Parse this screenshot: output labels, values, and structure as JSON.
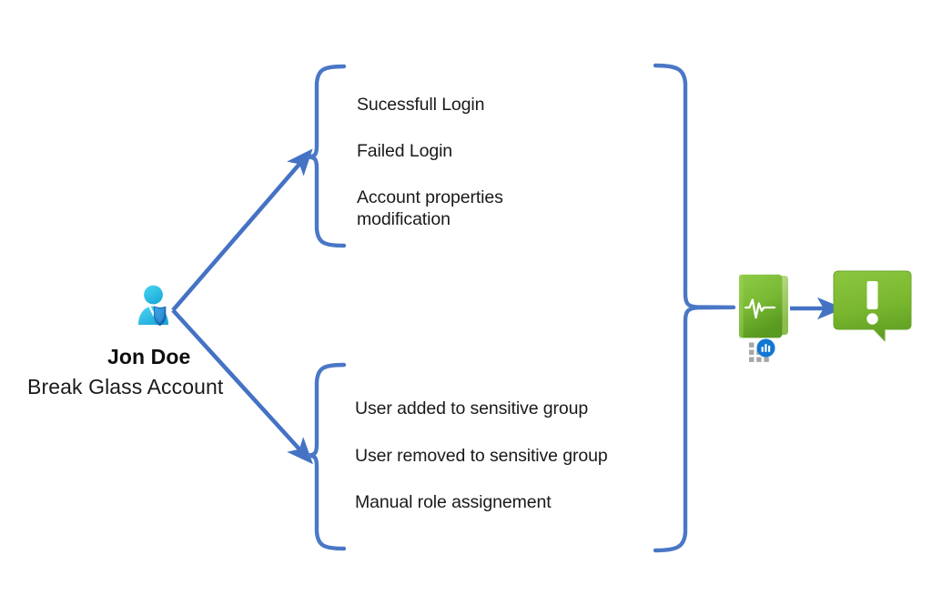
{
  "diagram": {
    "title": "Break Glass Account monitoring flow",
    "colors": {
      "connector_blue": "#4472C4",
      "brace_blue": "#4A77C6",
      "person_cyan": "#2BC4E8",
      "person_body": "#2FB3DC",
      "shield_blue": "#1E6FC8",
      "log_green_light": "#8CC63F",
      "log_green_dark": "#5C9E26",
      "alert_green": "#7FBE2E",
      "chart_icon_blue": "#1277D3",
      "chart_icon_gray": "#A6A6A6",
      "text_black": "#1a1a1a"
    }
  },
  "actor": {
    "icon": "user-shield-icon",
    "name": "Jon Doe",
    "subtitle": "Break Glass Account"
  },
  "groups": [
    {
      "id": "authentication-events",
      "bracket": "left-curly-brace",
      "items": [
        {
          "label": "Sucessfull Login"
        },
        {
          "label": "Failed Login"
        },
        {
          "label": "Account properties\nmodification"
        }
      ]
    },
    {
      "id": "privilege-events",
      "bracket": "left-curly-brace",
      "items": [
        {
          "label": "User added to sensitive group"
        },
        {
          "label": "User removed to sensitive group"
        },
        {
          "label": "Manual role assignement"
        }
      ]
    }
  ],
  "aggregator": {
    "bracket": "right-curly-brace",
    "log_icon": "log-book-pulse-icon",
    "analytics_icon": "analytics-chart-icon",
    "arrow": "arrow-right-icon",
    "alert_icon": "alert-bubble-icon"
  }
}
